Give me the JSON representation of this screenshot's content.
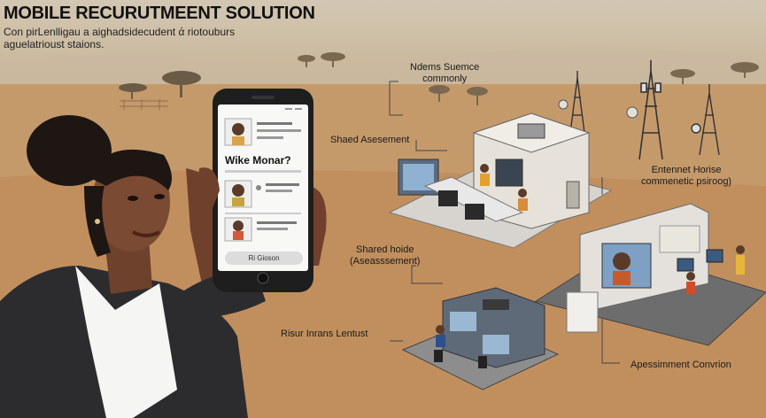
{
  "title": "MOBILE RECURUTMEENT SOLUTION",
  "subtitle": "Con pirLenlligau a aighadsidecudent ά riotouburs aguelatrioust staions.",
  "phone": {
    "heading": "Wike Monar?",
    "button_label": "Ri Gioson"
  },
  "callouts": [
    {
      "text": "Ndems Suemce\ncommonly"
    },
    {
      "text": "Shaed Asesement"
    },
    {
      "text": "Entennet Horise\ncommenetic psiroog)"
    },
    {
      "text": "Shared hoide\n(Aseasssement)"
    },
    {
      "text": "Risur Inrans Lentust"
    },
    {
      "text": "Apessimment Convrion"
    }
  ],
  "colors": {
    "sky": "#d3c7b3",
    "ground": "#c49465",
    "jacket": "#2c2c2e",
    "skin": "#7a4a33",
    "building": "#e6e2da"
  }
}
